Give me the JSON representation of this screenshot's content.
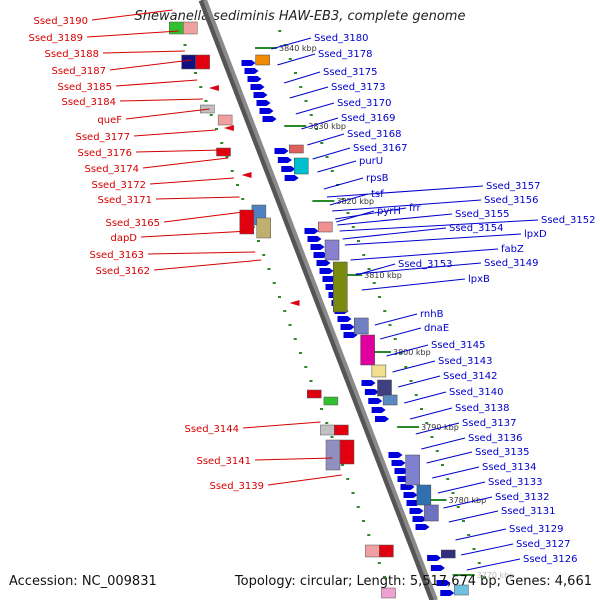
{
  "title": "Shewanella sediminis HAW-EB3, complete genome",
  "accession": "Accession: NC_009831",
  "summary": "Topology: circular; Length: 5,517,674 bp; Genes: 4,661",
  "colors": {
    "left_label": "#d40000",
    "right_label": "#0000cc",
    "backbone": "#8a8a8a",
    "ticks": "#2a8a2a"
  },
  "kbp_labels": [
    {
      "text": "3840 kbp"
    },
    {
      "text": "3830 kbp"
    },
    {
      "text": "3820 kbp"
    },
    {
      "text": "3810 kbp"
    },
    {
      "text": "3800 kbp"
    },
    {
      "text": "3790 kbp"
    },
    {
      "text": "3780 kbp"
    },
    {
      "text": "3770 kbp"
    }
  ],
  "left_labels": [
    "Ssed_3190",
    "Ssed_3189",
    "Ssed_3188",
    "Ssed_3187",
    "Ssed_3185",
    "Ssed_3184",
    "queF",
    "Ssed_3177",
    "Ssed_3176",
    "Ssed_3174",
    "Ssed_3172",
    "Ssed_3171",
    "Ssed_3165",
    "dapD",
    "Ssed_3163",
    "Ssed_3162",
    "Ssed_3144",
    "Ssed_3141",
    "Ssed_3139"
  ],
  "right_labels": [
    "Ssed_3180",
    "Ssed_3178",
    "Ssed_3175",
    "Ssed_3173",
    "Ssed_3170",
    "Ssed_3169",
    "Ssed_3168",
    "Ssed_3167",
    "purU",
    "rpsB",
    "tsf",
    "pyrH",
    "frr",
    "Ssed_3157",
    "Ssed_3156",
    "Ssed_3155",
    "Ssed_3154",
    "Ssed_3152",
    "lpxD",
    "Ssed_3153",
    "fabZ",
    "Ssed_3149",
    "lpxB",
    "rnhB",
    "dnaE",
    "Ssed_3145",
    "Ssed_3143",
    "Ssed_3142",
    "Ssed_3140",
    "Ssed_3138",
    "Ssed_3137",
    "Ssed_3136",
    "Ssed_3135",
    "Ssed_3134",
    "Ssed_3133",
    "Ssed_3132",
    "Ssed_3131",
    "Ssed_3129",
    "Ssed_3127",
    "Ssed_3126"
  ]
}
